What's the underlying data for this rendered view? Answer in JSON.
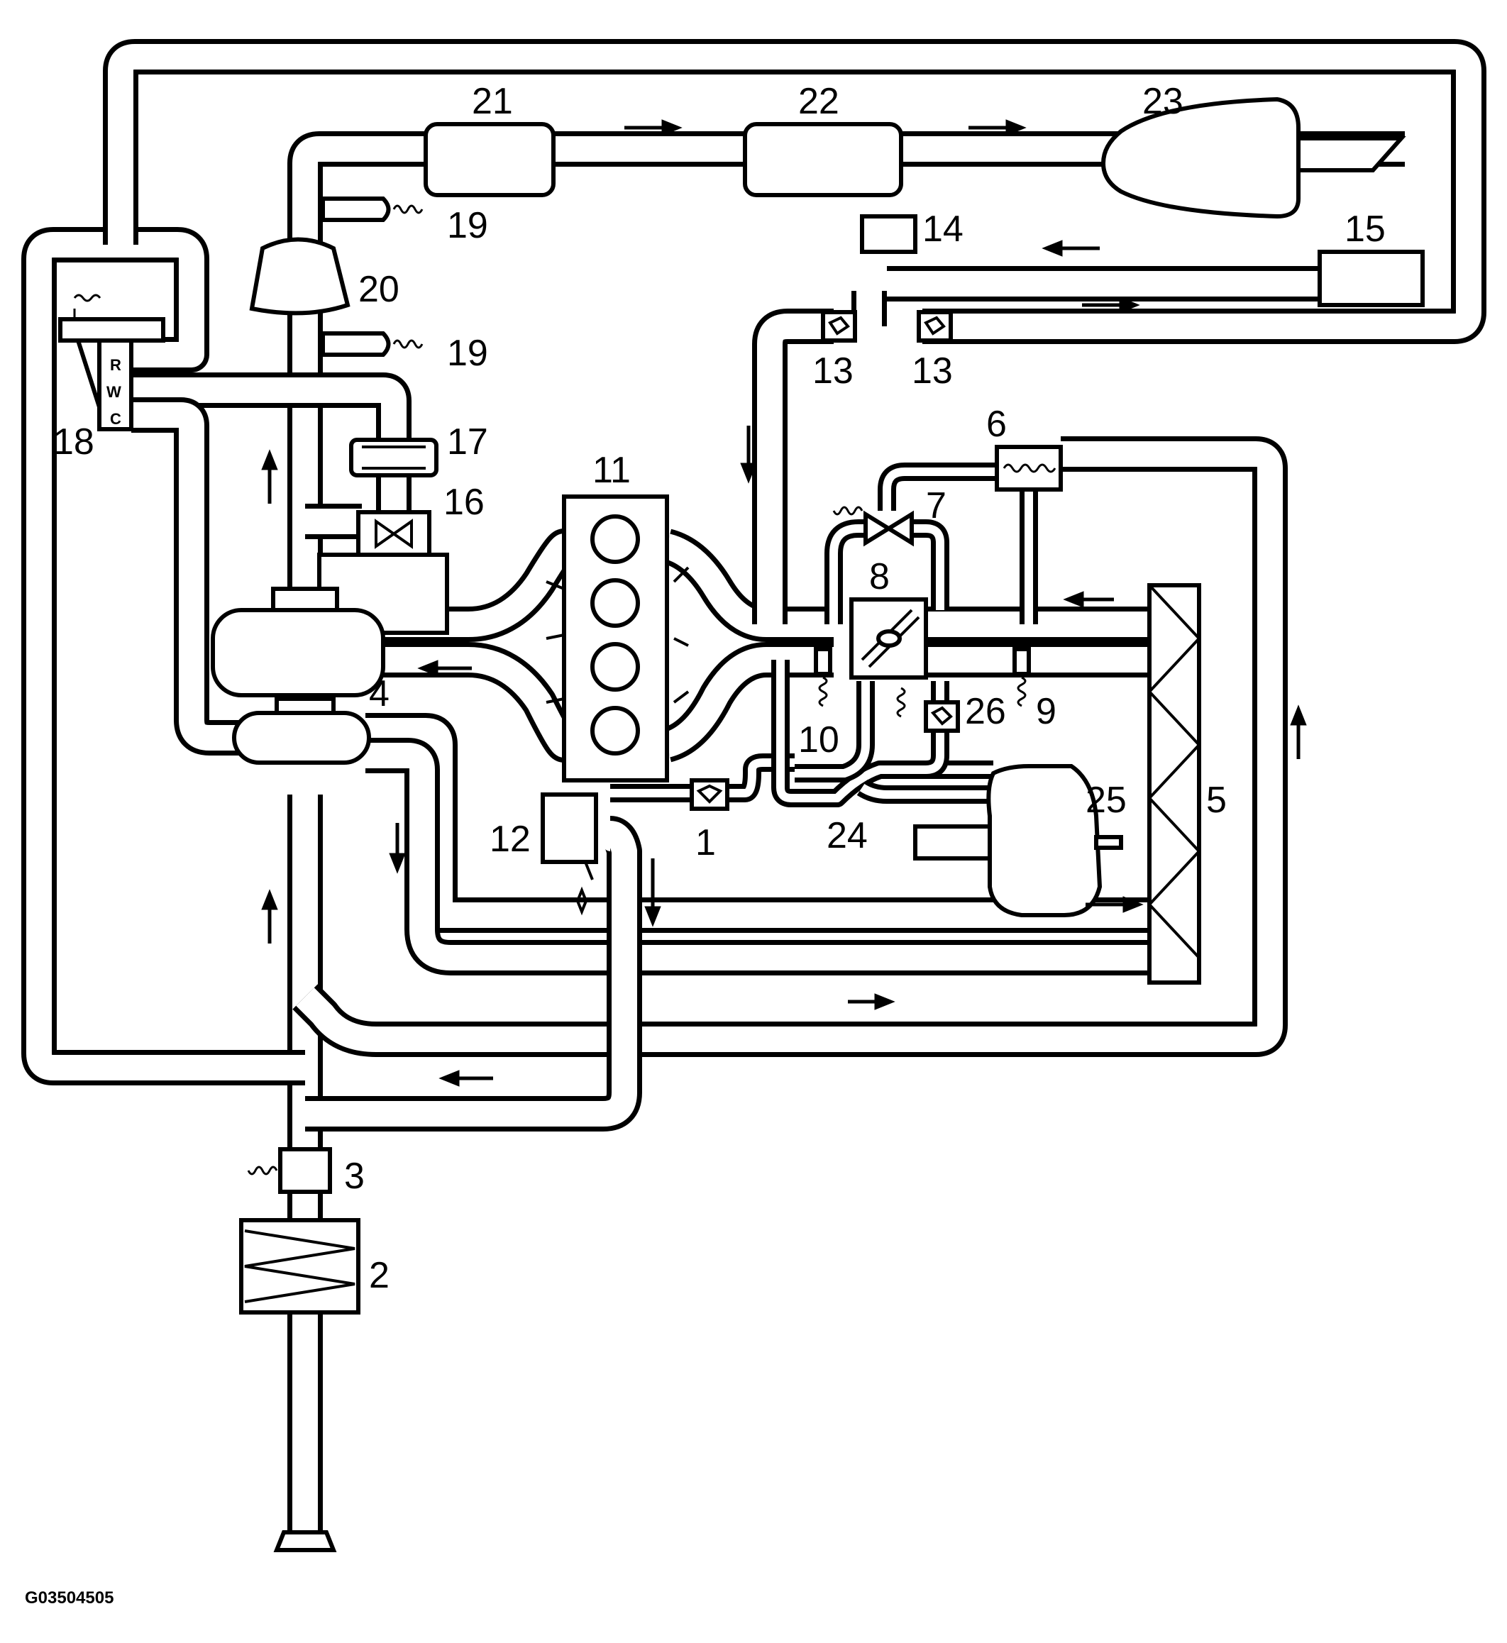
{
  "labels": {
    "c1": "1",
    "c2": "2",
    "c3": "3",
    "c4": "4",
    "c5": "5",
    "c6": "6",
    "c7": "7",
    "c8": "8",
    "c9": "9",
    "c10": "10",
    "c11": "11",
    "c12": "12",
    "c13a": "13",
    "c13b": "13",
    "c14": "14",
    "c15": "15",
    "c16": "16",
    "c17": "17",
    "c18": "18",
    "c19a": "19",
    "c19b": "19",
    "c20": "20",
    "c21": "21",
    "c22": "22",
    "c23": "23",
    "c24": "24",
    "c25": "25",
    "c26": "26"
  },
  "solenoid_ports": {
    "r": "R",
    "w": "W",
    "c": "C"
  },
  "figure_reference": "G03504505",
  "colors": {
    "line": "#000000",
    "background": "#ffffff"
  }
}
